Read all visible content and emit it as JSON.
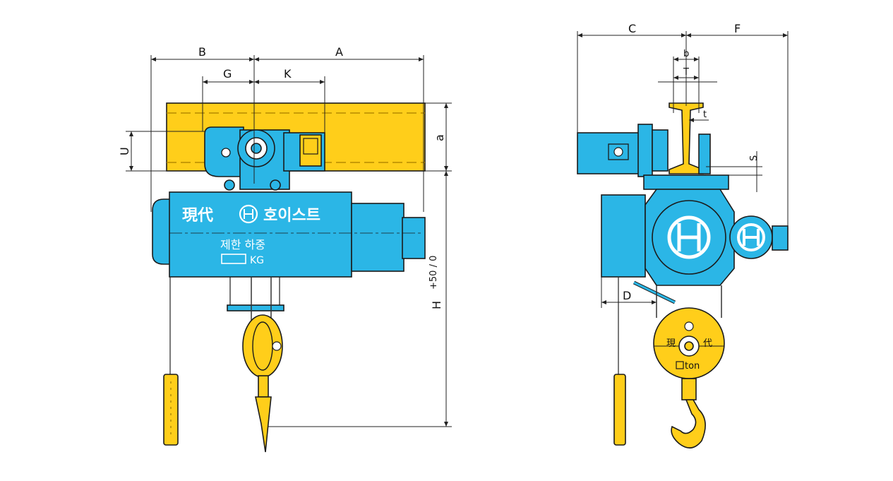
{
  "front_view": {
    "dims": {
      "A": "A",
      "B": "B",
      "G": "G",
      "K": "K",
      "U": "U",
      "a": "a",
      "H": "H"
    },
    "H_tolerance": "+50 / 0",
    "plate": {
      "brand_hanja": "現代",
      "brand_hangul": "호이스트",
      "capacity_label": "제한 하중",
      "capacity_unit": "KG"
    }
  },
  "side_view": {
    "dims": {
      "C": "C",
      "F": "F",
      "b": "b",
      "T": "T",
      "t": "t",
      "S": "S",
      "D": "D"
    },
    "block": {
      "left": "現",
      "right": "代",
      "unit": "ton"
    }
  },
  "colors": {
    "body": "#2bb6e6",
    "yellow": "#ffce1a",
    "outline": "#1b1b1b"
  }
}
